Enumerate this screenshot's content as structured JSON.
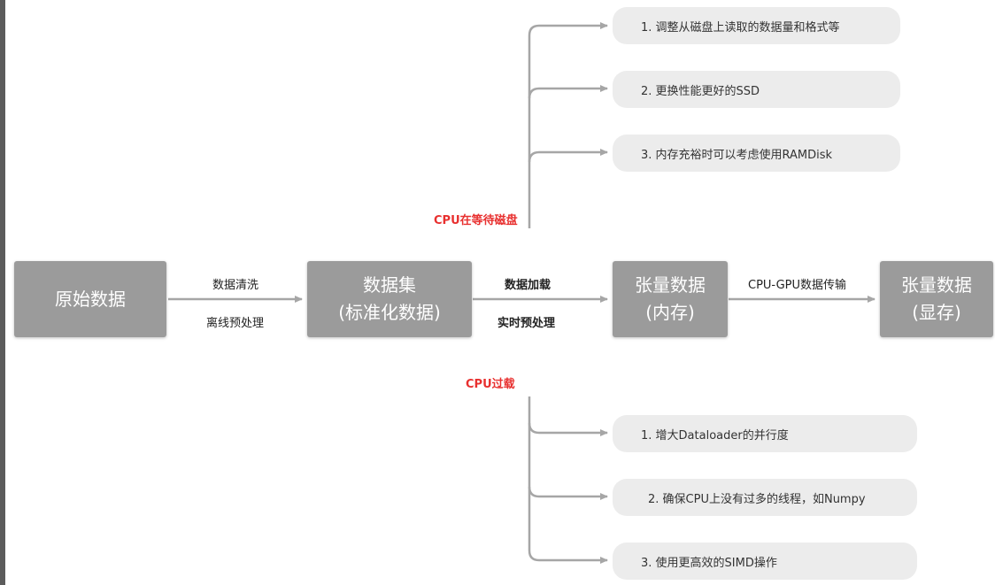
{
  "boxes": {
    "raw": {
      "line1": "原始数据"
    },
    "dataset": {
      "line1": "数据集",
      "line2": "(标准化数据)"
    },
    "tensor_mem": {
      "line1": "张量数据",
      "line2": "(内存)"
    },
    "tensor_gpu": {
      "line1": "张量数据",
      "line2": "(显存)"
    }
  },
  "edges": {
    "raw_to_dataset": {
      "top": "数据清洗",
      "bottom": "离线预处理"
    },
    "dataset_to_tensor": {
      "top": "数据加载",
      "bottom": "实时预处理"
    },
    "tensor_to_gpu": {
      "top": "CPU-GPU数据传输"
    }
  },
  "bottlenecks": {
    "disk": {
      "label": "CPU在等待磁盘",
      "items": [
        "1. 调整从磁盘上读取的数据量和格式等",
        "2. 更换性能更好的SSD",
        "3. 内存充裕时可以考虑使用RAMDisk"
      ]
    },
    "cpu": {
      "label": "CPU过载",
      "items": [
        "1. 增大Dataloader的并行度",
        "2. 确保CPU上没有过多的线程，如Numpy",
        "3. 使用更高效的SIMD操作"
      ]
    }
  },
  "colors": {
    "box": "#9b9b9b",
    "pill": "#ececec",
    "line": "#a6a6a6",
    "alert": "#e8302f"
  }
}
